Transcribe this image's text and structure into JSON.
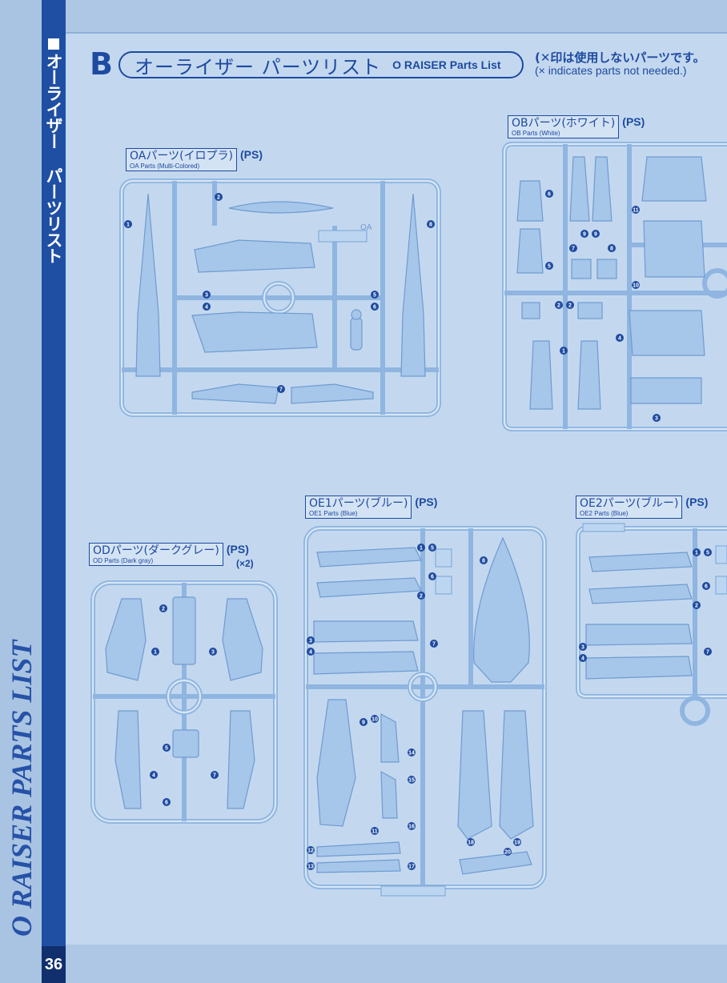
{
  "sidebar": {
    "title_jp": "オーライザー パーツリスト",
    "title_en": "O RAISER PARTS LIST",
    "page_number": "36"
  },
  "header": {
    "section_letter": "B",
    "title_jp": "オーライザー パーツリスト",
    "title_en": "O RAISER Parts List",
    "note_jp": "(✕印は使用しないパーツです。",
    "note_en": "(× indicates parts not needed.)"
  },
  "runners": {
    "oa": {
      "jp": "OAパーツ(イロプラ)",
      "en": "OA Parts (Multi-Colored)",
      "ps": "(PS)",
      "stamp": "OA"
    },
    "ob": {
      "jp": "OBパーツ(ホワイト)",
      "en": "OB Parts (White)",
      "ps": "(PS)"
    },
    "od": {
      "jp": "ODパーツ(ダークグレー)",
      "en": "OD Parts (Dark gray)",
      "ps": "(PS)",
      "qty": "(×2)"
    },
    "oe1": {
      "jp": "OE1パーツ(ブルー)",
      "en": "OE1 Parts (Blue)",
      "ps": "(PS)"
    },
    "oe2": {
      "jp": "OE2パーツ(ブルー)",
      "en": "OE2 Parts (Blue)",
      "ps": "(PS)"
    }
  },
  "colors": {
    "primary_blue": "#1e4aa0",
    "background": "#c3d8ef",
    "sprue": "#8fb5e0",
    "part_fill": "#a6c6ea"
  }
}
